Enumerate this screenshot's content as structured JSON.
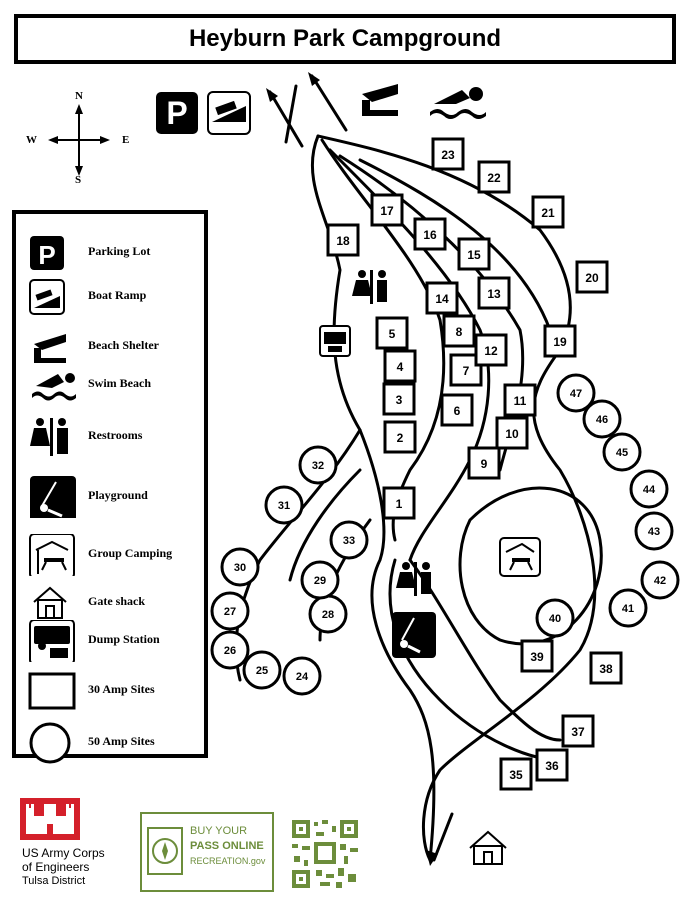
{
  "title": "Heyburn Park Campground",
  "compass": {
    "n": "N",
    "s": "S",
    "e": "E",
    "w": "W"
  },
  "legend": [
    {
      "icon": "parking-icon",
      "label": "Parking Lot"
    },
    {
      "icon": "boat-ramp-icon",
      "label": "Boat Ramp"
    },
    {
      "icon": "beach-shelter-icon",
      "label": "Beach Shelter"
    },
    {
      "icon": "swim-beach-icon",
      "label": "Swim Beach"
    },
    {
      "icon": "restrooms-icon",
      "label": "Restrooms"
    },
    {
      "icon": "playground-icon",
      "label": "Playground"
    },
    {
      "icon": "group-camping-icon",
      "label": "Group Camping"
    },
    {
      "icon": "gate-shack-icon",
      "label": "Gate shack"
    },
    {
      "icon": "dump-station-icon",
      "label": "Dump Station"
    },
    {
      "icon": "square-site-icon",
      "label": "30 Amp Sites"
    },
    {
      "icon": "circle-site-icon",
      "label": "50 Amp Sites"
    }
  ],
  "sites_30_amp": [
    "1",
    "2",
    "3",
    "4",
    "5",
    "6",
    "7",
    "8",
    "9",
    "10",
    "11",
    "12",
    "13",
    "14",
    "15",
    "16",
    "17",
    "18",
    "19",
    "20",
    "21",
    "22",
    "23",
    "35",
    "36",
    "37",
    "38",
    "39"
  ],
  "sites_50_amp": [
    "24",
    "25",
    "26",
    "27",
    "28",
    "29",
    "30",
    "31",
    "32",
    "33",
    "40",
    "41",
    "42",
    "43",
    "44",
    "45",
    "46",
    "47"
  ],
  "logos": {
    "usace_line1": "US Army Corps",
    "usace_line2": "of Engineers",
    "usace_line3": "Tulsa District",
    "buy_line1": "BUY YOUR",
    "buy_line2": "PASS ONLINE",
    "buy_line3": "RECREATION.gov"
  },
  "colors": {
    "usace_red": "#d4202a",
    "recreation_green": "#6c8d3b",
    "ink": "#000000"
  }
}
